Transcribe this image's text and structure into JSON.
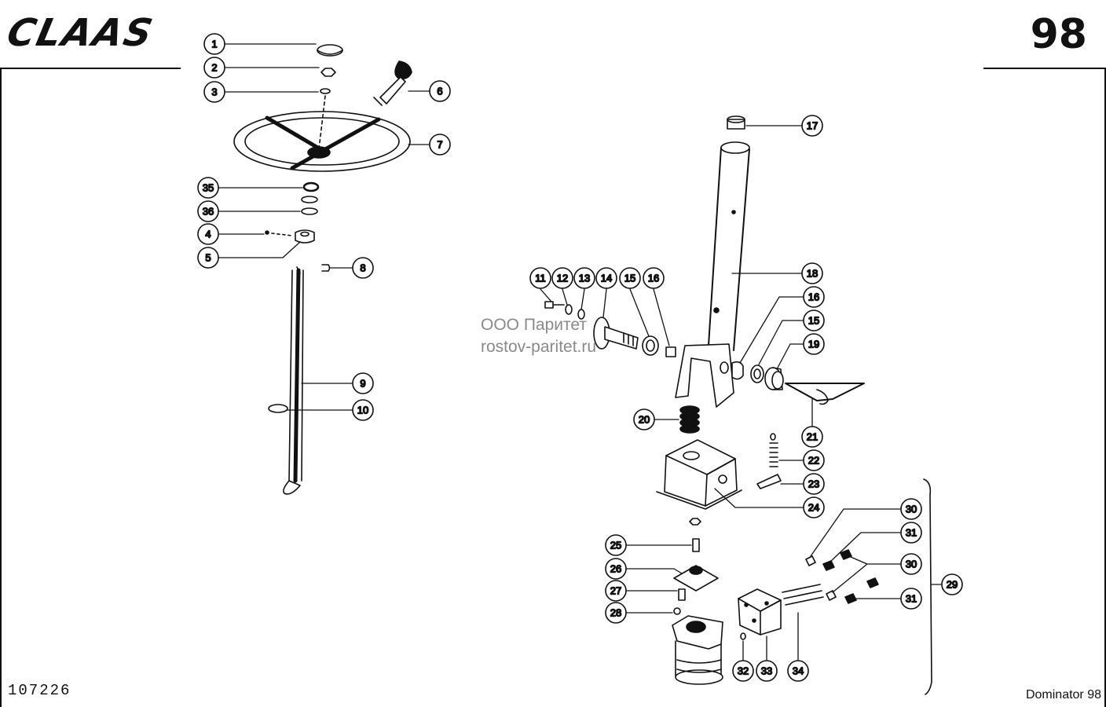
{
  "header": {
    "brand": "CLAAS",
    "page_number": "98"
  },
  "footer": {
    "drawing_number": "107226",
    "model_label": "Dominator 98"
  },
  "watermark": {
    "line1": "ООО Паритет",
    "line2": "rostov-paritet.ru"
  },
  "callouts": [
    {
      "id": "c1",
      "label": "1"
    },
    {
      "id": "c2",
      "label": "2"
    },
    {
      "id": "c3",
      "label": "3"
    },
    {
      "id": "c6",
      "label": "6"
    },
    {
      "id": "c7",
      "label": "7"
    },
    {
      "id": "c35",
      "label": "35"
    },
    {
      "id": "c36",
      "label": "36"
    },
    {
      "id": "c4",
      "label": "4"
    },
    {
      "id": "c5",
      "label": "5"
    },
    {
      "id": "c8",
      "label": "8"
    },
    {
      "id": "c9",
      "label": "9"
    },
    {
      "id": "c10",
      "label": "10"
    },
    {
      "id": "c17",
      "label": "17"
    },
    {
      "id": "c18",
      "label": "18"
    },
    {
      "id": "c11",
      "label": "11"
    },
    {
      "id": "c12",
      "label": "12"
    },
    {
      "id": "c13",
      "label": "13"
    },
    {
      "id": "c14",
      "label": "14"
    },
    {
      "id": "c15a",
      "label": "15"
    },
    {
      "id": "c16a",
      "label": "16"
    },
    {
      "id": "c16b",
      "label": "16"
    },
    {
      "id": "c15b",
      "label": "15"
    },
    {
      "id": "c19",
      "label": "19"
    },
    {
      "id": "c20",
      "label": "20"
    },
    {
      "id": "c21",
      "label": "21"
    },
    {
      "id": "c22",
      "label": "22"
    },
    {
      "id": "c23",
      "label": "23"
    },
    {
      "id": "c24",
      "label": "24"
    },
    {
      "id": "c25",
      "label": "25"
    },
    {
      "id": "c26",
      "label": "26"
    },
    {
      "id": "c27",
      "label": "27"
    },
    {
      "id": "c28",
      "label": "28"
    },
    {
      "id": "c30a",
      "label": "30"
    },
    {
      "id": "c31a",
      "label": "31"
    },
    {
      "id": "c30b",
      "label": "30"
    },
    {
      "id": "c31b",
      "label": "31"
    },
    {
      "id": "c29",
      "label": "29"
    },
    {
      "id": "c32",
      "label": "32"
    },
    {
      "id": "c33",
      "label": "33"
    },
    {
      "id": "c34",
      "label": "34"
    }
  ]
}
